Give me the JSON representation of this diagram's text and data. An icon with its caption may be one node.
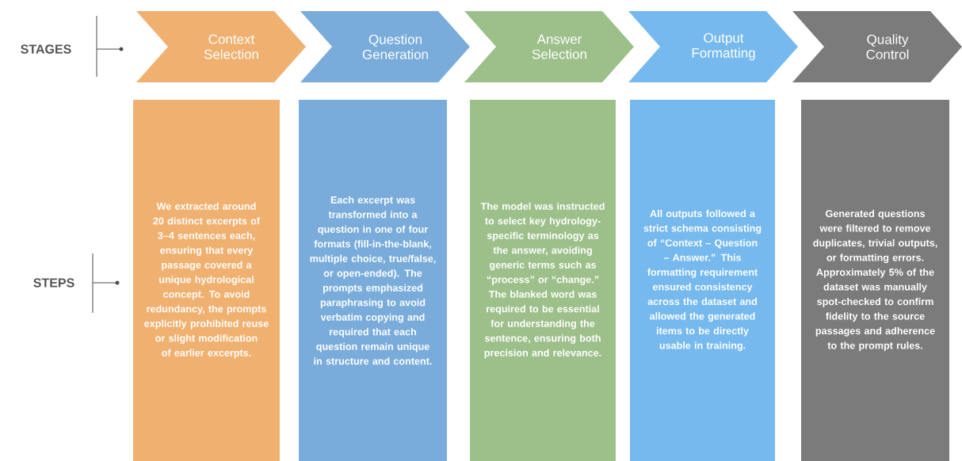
{
  "diagram": {
    "nodes": [
      {
        "text": [
          "Context Selection"
        ]
      },
      {
        "text": [
          "Question Generation"
        ]
      },
      {
        "text": [
          "Answer Selection"
        ]
      },
      {
        "text": [
          "Output Formatting"
        ]
      },
      {
        "text": [
          "Quality Control"
        ]
      },
      {
        "text": [
          "We extracted around 20 distinct excerpts of 3–4 sentences each, ensuring that every passage covered a unique hydrological concept. To avoid redundancy, the prompts explicitly prohibited reuse or slight modification of earlier excerpts."
        ]
      },
      {
        "text": [
          "Each excerpt was transformed into a question in one of four formats (fill-in-the-blank, multiple choice, true/false, or open-ended). The prompts emphasized paraphrasing to avoid verbatim copying and required that each question remain unique in structure and content."
        ]
      },
      {
        "text": [
          "The model was instructed to select key hydrology-specific terminology as the answer, avoiding generic terms such as “process” or “change.” The blanked word was required to be essential for understanding the sentence, ensuring both precision and relevance."
        ]
      },
      {
        "text": [
          "All outputs followed a strict schema consisting of “Context – Question – Answer.” This formatting requirement ensured consistency across the dataset and allowed the generated items to be directly usable in training."
        ]
      },
      {
        "text": [
          "Generated questions were filtered to remove duplicates, trivial outputs, or formatting errors. Approximately 5% of the dataset was manually spot-checked to confirm fidelity to the source passages and adherence to the prompt rules."
        ]
      }
    ],
    "labels": [
      "STAGES",
      "STEPS"
    ]
  }
}
